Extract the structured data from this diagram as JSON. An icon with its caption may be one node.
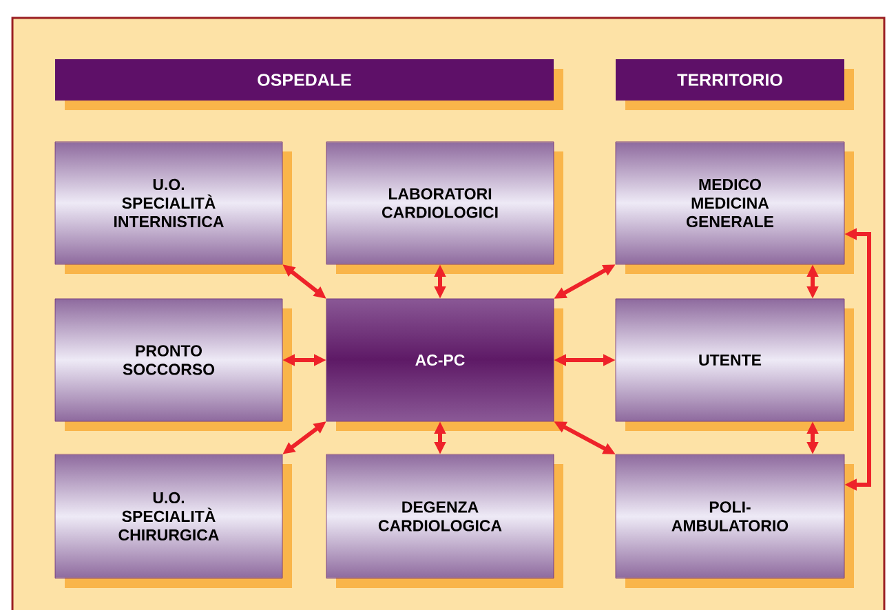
{
  "diagram": {
    "nodes": [
      {
        "text": [
          "OSPEDALE"
        ]
      },
      {
        "text": [
          "TERRITORIO"
        ]
      },
      {
        "text": [
          "U.O. SPECIALITÀ INTERNISTICA"
        ]
      },
      {
        "text": [
          "LABORATORI CARDIOLOGICI"
        ]
      },
      {
        "text": [
          "MEDICO MEDICINA GENERALE"
        ]
      },
      {
        "text": [
          "PRONTO SOCCORSO"
        ]
      },
      {
        "text": [
          "AC-PC"
        ]
      },
      {
        "text": [
          "UTENTE"
        ]
      },
      {
        "text": [
          "U.O. SPECIALITÀ CHIRURGICA"
        ]
      },
      {
        "text": [
          "DEGENZA CARDIOLOGICA"
        ]
      },
      {
        "text": [
          "POLI- AMBULATORIO"
        ]
      }
    ],
    "edges": [
      {
        "from": 6,
        "to": 2,
        "arrow": "both"
      },
      {
        "from": 6,
        "to": 3,
        "arrow": "both"
      },
      {
        "from": 6,
        "to": 4,
        "arrow": "both"
      },
      {
        "from": 6,
        "to": 5,
        "arrow": "both"
      },
      {
        "from": 6,
        "to": 7,
        "arrow": "both"
      },
      {
        "from": 6,
        "to": 8,
        "arrow": "both"
      },
      {
        "from": 6,
        "to": 9,
        "arrow": "both"
      },
      {
        "from": 6,
        "to": 10,
        "arrow": "both"
      },
      {
        "from": 4,
        "to": 7,
        "arrow": "both"
      },
      {
        "from": 7,
        "to": 10,
        "arrow": "both"
      },
      {
        "from": 4,
        "to": 10,
        "arrow": "both"
      }
    ]
  }
}
